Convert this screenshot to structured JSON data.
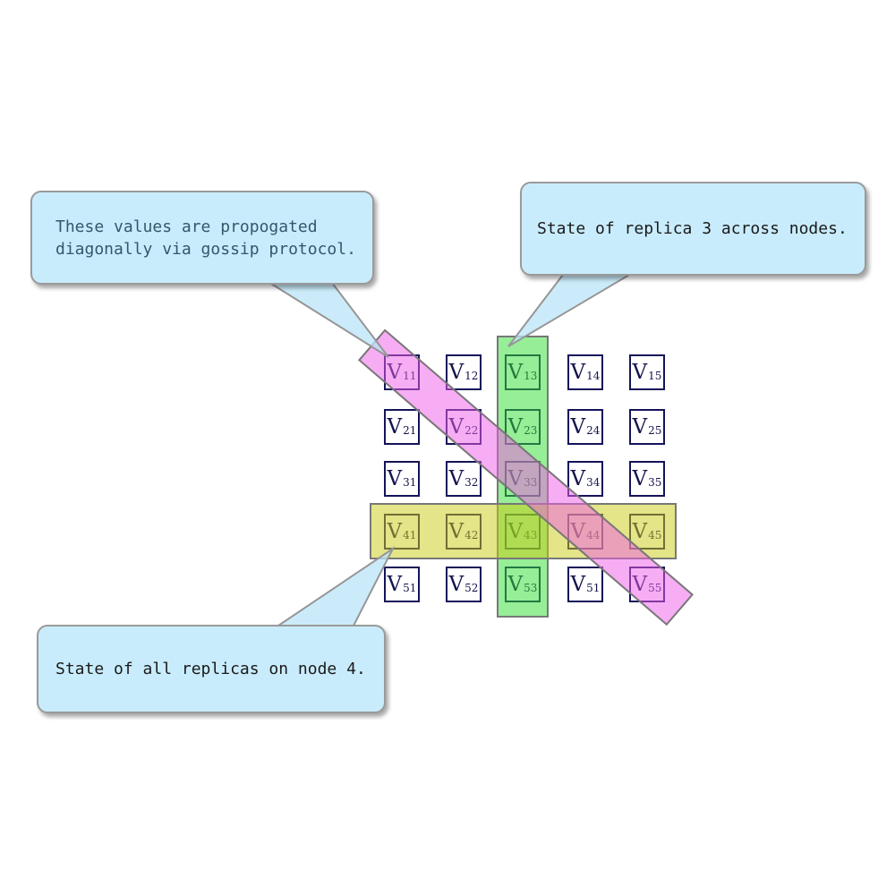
{
  "diagram": {
    "description": "5x5 replica-state matrix with highlighted column, row and diagonal",
    "background": "#ffffff"
  },
  "matrix": {
    "rows": 5,
    "cols": 5,
    "border_color": "#14145a",
    "label_color": "#14144d",
    "cells": [
      {
        "base": "V",
        "sub": "11"
      },
      {
        "base": "V",
        "sub": "12"
      },
      {
        "base": "V",
        "sub": "13"
      },
      {
        "base": "V",
        "sub": "14"
      },
      {
        "base": "V",
        "sub": "15"
      },
      {
        "base": "V",
        "sub": "21"
      },
      {
        "base": "V",
        "sub": "22"
      },
      {
        "base": "V",
        "sub": "23"
      },
      {
        "base": "V",
        "sub": "24"
      },
      {
        "base": "V",
        "sub": "25"
      },
      {
        "base": "V",
        "sub": "31"
      },
      {
        "base": "V",
        "sub": "32"
      },
      {
        "base": "V",
        "sub": "33"
      },
      {
        "base": "V",
        "sub": "34"
      },
      {
        "base": "V",
        "sub": "35"
      },
      {
        "base": "V",
        "sub": "41"
      },
      {
        "base": "V",
        "sub": "42"
      },
      {
        "base": "V",
        "sub": "43"
      },
      {
        "base": "V",
        "sub": "44"
      },
      {
        "base": "V",
        "sub": "45"
      },
      {
        "base": "V",
        "sub": "51"
      },
      {
        "base": "V",
        "sub": "52"
      },
      {
        "base": "V",
        "sub": "53"
      },
      {
        "base": "V",
        "sub": "51"
      },
      {
        "base": "V",
        "sub": "55"
      }
    ]
  },
  "highlights": {
    "replica_column": {
      "name": "replica-3-column",
      "fill": "rgba(45,221,45,0.5)",
      "border": "#787878"
    },
    "node_row": {
      "name": "node-4-row",
      "fill": "rgba(201,201,17,0.5)",
      "border": "#787878"
    },
    "gossip_diagonal": {
      "name": "gossip-diagonal",
      "fill": "rgba(239,91,231,0.5)",
      "border": "#787878"
    }
  },
  "callouts": {
    "bg": "#c9ecfc",
    "border": "#9a9a9a",
    "tail_fill": "rgba(186,228,248,0.75)",
    "tail_stroke": "#969696",
    "gossip": {
      "line1": "These values are propogated",
      "line2": "diagonally via gossip protocol.",
      "text_color": "#35576b"
    },
    "replica": {
      "text": "State of replica 3 across nodes.",
      "text_color": "#1a1a1a"
    },
    "node": {
      "text": "State of all replicas on node 4.",
      "text_color": "#1a1a1a"
    }
  }
}
